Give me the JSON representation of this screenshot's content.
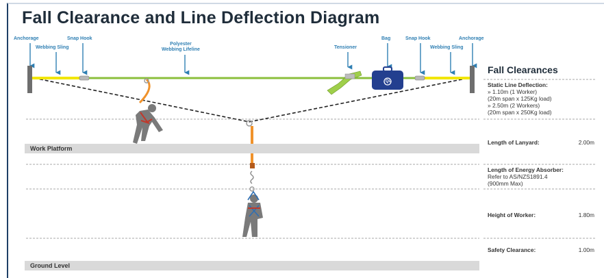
{
  "title": "Fall Clearance and Line Deflection Diagram",
  "callouts": {
    "anchorage_left": "Anchorage",
    "webbing_sling_left": "Webbing Sling",
    "snap_hook_left": "Snap Hook",
    "lifeline_line1": "Polyester",
    "lifeline_line2": "Webbing Lifeline",
    "tensioner": "Tensioner",
    "bag": "Bag",
    "snap_hook_right": "Snap Hook",
    "webbing_sling_right": "Webbing Sling",
    "anchorage_right": "Anchorage"
  },
  "bag_logo": "Qu",
  "bands": {
    "work_platform": "Work Platform",
    "ground_level": "Ground Level"
  },
  "panel": {
    "title": "Fall Clearances",
    "static_heading": "Static Line Deflection:",
    "static_line1": "»  1.10m (1 Worker)",
    "static_line2": "    (20m span x 125Kg load)",
    "static_line3": "»  2.50m (2 Workers)",
    "static_line4": "    (20m span x 250Kg load)",
    "lanyard_label": "Length of Lanyard:",
    "lanyard_value": "2.00m",
    "absorber_heading": "Length of Energy Absorber:",
    "absorber_line1": "Refer to AS/NZS1891.4",
    "absorber_line2": "(900mm Max)",
    "worker_label": "Height of Worker:",
    "worker_value": "1.80m",
    "clearance_label": "Safety Clearance:",
    "clearance_value": "1.00m"
  },
  "colors": {
    "lifeline": "#8bbf3c",
    "sling": "#f2e600",
    "lanyard": "#f0922b",
    "callout": "#2f7fb3",
    "worker": "#7a7a7a",
    "harness": "#c0392b",
    "band": "#d9d9d9"
  }
}
